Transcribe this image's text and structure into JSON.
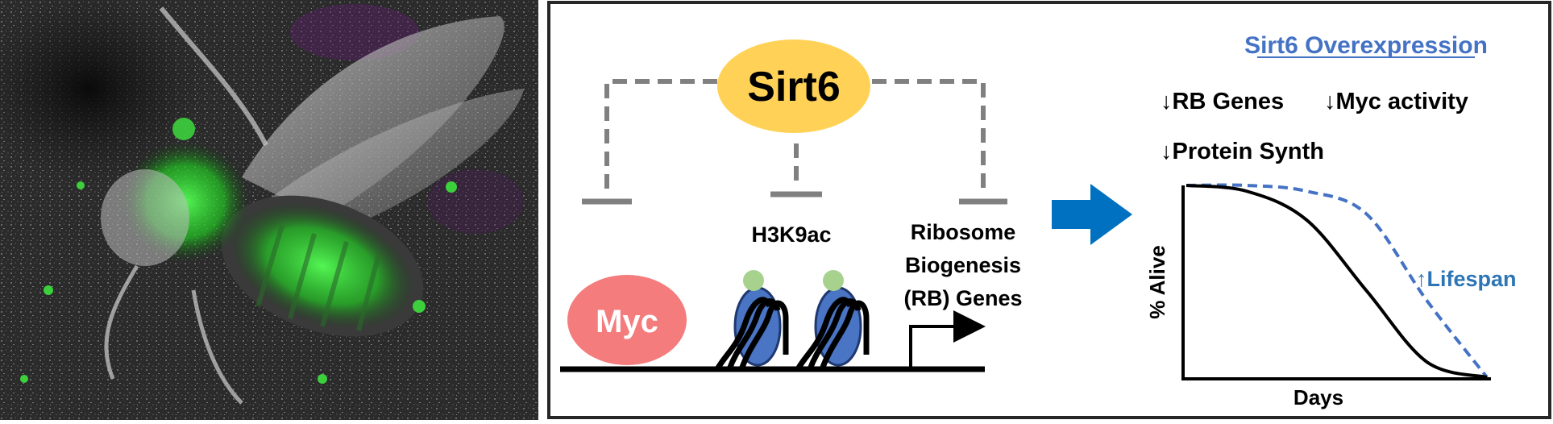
{
  "diagram": {
    "regulator": {
      "label": "Sirt6",
      "color": "#ffd257"
    },
    "target": {
      "label": "Myc",
      "color": "#f47c7c"
    },
    "histone_mark": {
      "label": "H3K9ac"
    },
    "genes_label": {
      "line1": "Ribosome",
      "line2": "Biogenesis",
      "line3": "(RB) Genes"
    },
    "inhibition_color": "#808080"
  },
  "outcome": {
    "title": "Sirt6 Overexpression",
    "title_color": "#4472c4",
    "effects": {
      "rb_genes": "↓RB Genes",
      "myc_activity": "↓Myc activity",
      "protein_synth": "↓Protein Synth"
    },
    "arrow_color": "#0070c0"
  },
  "chart_data": {
    "type": "line",
    "title": "",
    "xlabel": "Days",
    "ylabel": "% Alive",
    "series": [
      {
        "color": "#000000",
        "style": "solid",
        "x": [
          0,
          20,
          40,
          60,
          80,
          100
        ],
        "values": [
          100,
          97,
          82,
          45,
          8,
          0
        ]
      },
      {
        "color": "#4472c4",
        "style": "dashed",
        "x": [
          0,
          20,
          40,
          60,
          80,
          100
        ],
        "values": [
          100,
          100,
          97,
          85,
          40,
          0
        ]
      }
    ],
    "annotation": "↑Lifespan",
    "annotation_color": "#2e75b6",
    "xlim": [
      0,
      100
    ],
    "ylim": [
      0,
      100
    ],
    "grid": false
  }
}
